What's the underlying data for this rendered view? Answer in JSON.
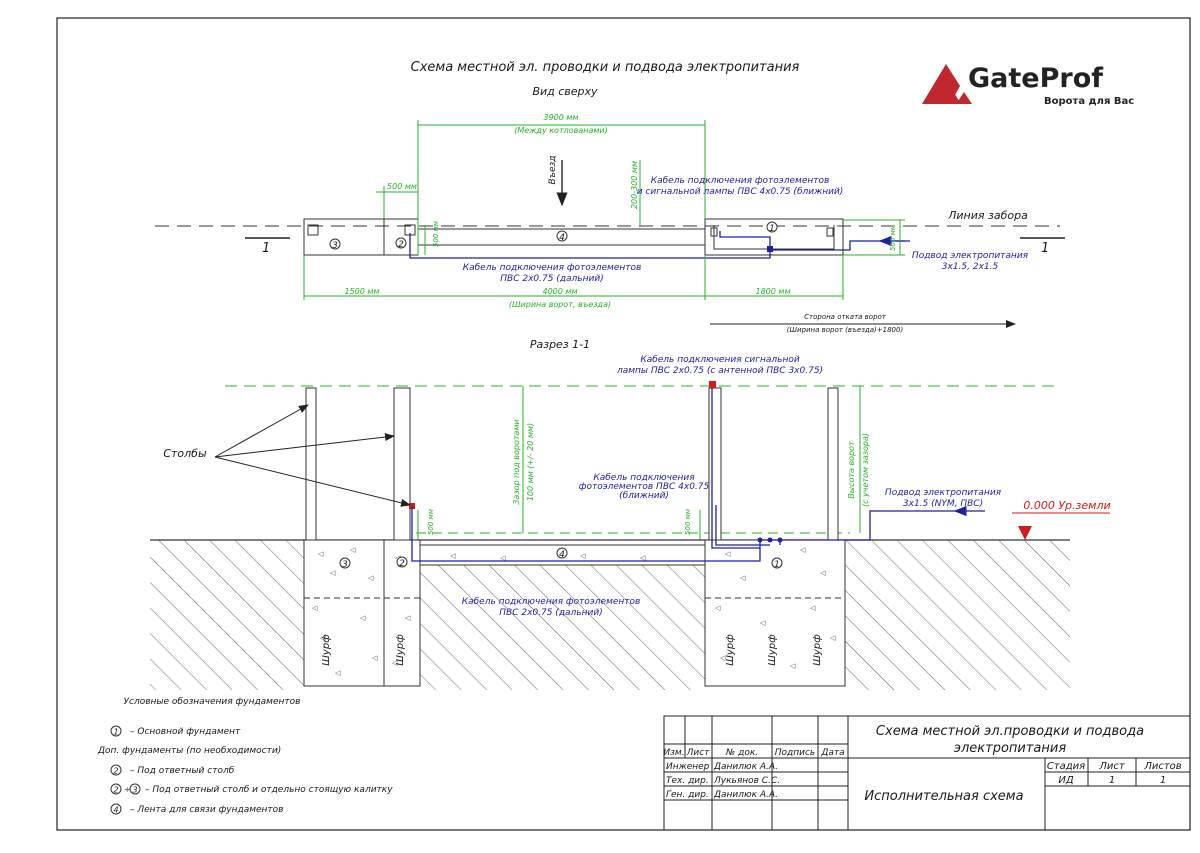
{
  "header": {
    "title": "Схема местной эл. проводки и подвода электропитания",
    "plan_label": "Вид сверху",
    "section_label": "Разрез 1-1"
  },
  "logo": {
    "name": "GateProf",
    "tagline": "Ворота для Вас",
    "colors": {
      "mark": "#c0282d",
      "text": "#222222"
    }
  },
  "plan": {
    "dim_opening": "3900 мм",
    "dim_opening_note": "(Между котлованами)",
    "entry": "Въезд",
    "dim_gap": "200-300 мм",
    "dim_left_small": "500 мм",
    "dim_left_depth": "500 мм",
    "dim_right_depth": "500 мм",
    "cable_near": "Кабель подключения фотоэлементов",
    "cable_near_2": "и сигнальной лампы ПВС 4х0.75 (ближний)",
    "fence_line": "Линия забора",
    "cable_far": "Кабель подключения фотоэлементов",
    "cable_far_2": "ПВС 2х0.75 (дальний)",
    "power": "Подвод электропитания",
    "power_2": "3х1.5,  2х1.5",
    "dim_1500": "1500 мм",
    "dim_4000": "4000 мм",
    "dim_4000_note": "(Ширина ворот, въезда)",
    "dim_1800": "1800 мм",
    "rollback": "Сторона отката ворот",
    "rollback_note": "(Ширина ворот (въезда)+1800)",
    "section_mark": "1",
    "markers": {
      "m1": "1",
      "m2": "2",
      "m3": "3",
      "m4": "4"
    }
  },
  "section": {
    "lamp_cable": "Кабель подключения сигнальной",
    "lamp_cable_2": "лампы ПВС 2х0.75 (с антенной ПВС 3х0.75)",
    "posts": "Столбы",
    "clearance": "Зазор под воротами",
    "clearance_2": "100 мм (+/- 20 мм)",
    "height": "Высота ворот",
    "height_2": "(с учетом зазора)",
    "photo_cable": "Кабель подключения",
    "photo_cable_2": "фотоэлементов ПВС 4х0.75",
    "photo_cable_3": "(ближний)",
    "power": "Подвод электропитания",
    "power_2": "3х1.5 (NYM, ПВС)",
    "level": "0.000 Ур.земли",
    "dim_500_left": "500 мм",
    "dim_500_right": "500 мм",
    "far_cable": "Кабель подключения фотоэлементов",
    "far_cable_2": "ПВС 2х0.75 (дальний)",
    "pit": "Шурф"
  },
  "legend": {
    "title": "Условные обозначения фундаментов",
    "l1": "–  Основной фундамент",
    "sub": "Доп. фундаменты (по необходимости)",
    "l2": "–  Под ответный столб",
    "l23": "–  Под ответный столб и отдельно стоящую калитку",
    "l4": "–  Лента для связи фундаментов"
  },
  "stamp": {
    "title": "Схема местной эл.проводки и подвода",
    "title_2": "электропитания",
    "h_izm": "Изм.",
    "h_list": "Лист",
    "h_doc": "№ док.",
    "h_sign": "Подпись",
    "h_date": "Дата",
    "r1_role": "Инженер",
    "r1_name": "Данилюк А.А.",
    "r2_role": "Тех. дир.",
    "r2_name": "Лукьянов С.С.",
    "r3_role": "Ген. дир.",
    "r3_name": "Данилюк А.А.",
    "doc_type": "Исполнительная схема",
    "stage_h": "Стадия",
    "sheet_h": "Лист",
    "sheets_h": "Листов",
    "stage": "ИД",
    "sheet": "1",
    "sheets": "1"
  }
}
